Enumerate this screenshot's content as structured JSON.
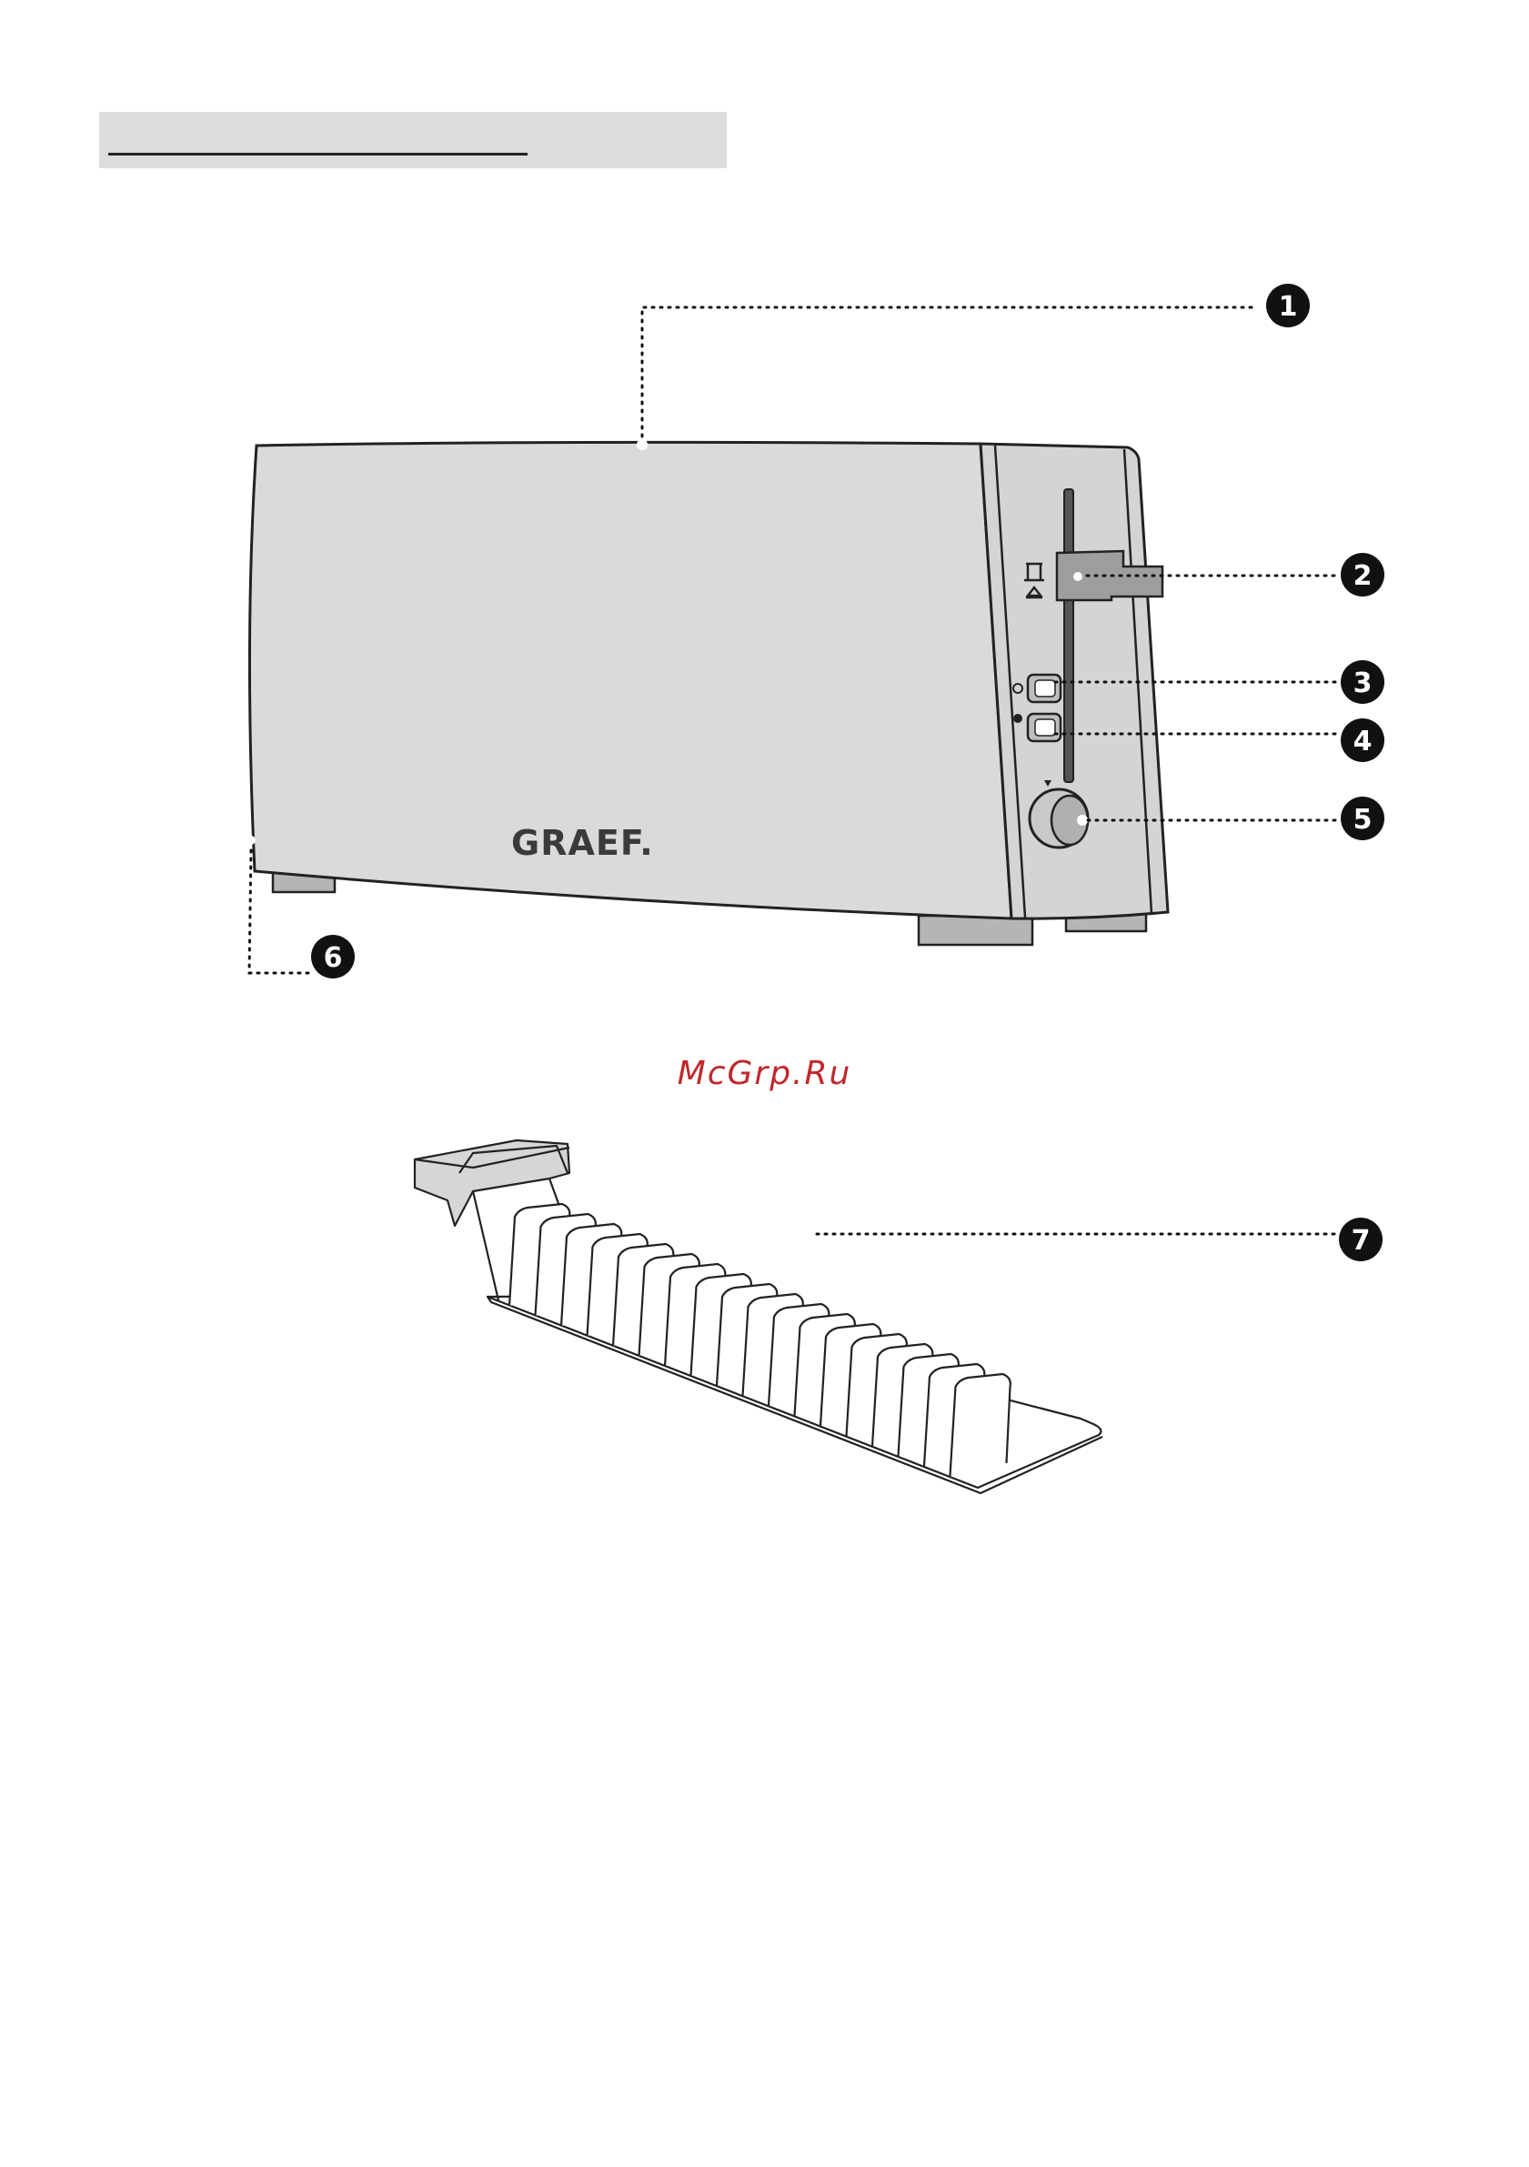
{
  "brand": {
    "logo_text": "GRAEF."
  },
  "watermark": {
    "text": "McGrp.Ru"
  },
  "callouts": [
    {
      "number": "1",
      "part": "housing"
    },
    {
      "number": "2",
      "part": "lift-lever"
    },
    {
      "number": "3",
      "part": "button-top"
    },
    {
      "number": "4",
      "part": "button-bottom"
    },
    {
      "number": "5",
      "part": "browning-dial"
    },
    {
      "number": "6",
      "part": "feet"
    },
    {
      "number": "7",
      "part": "bun-warmer-rack"
    }
  ],
  "icons": {
    "lift_symbol": "toast-lift-icon",
    "dial_marker": "triangle-marker-icon"
  },
  "colors": {
    "housing": "#dadada",
    "outline": "#222222",
    "callout_fill": "#111111",
    "watermark": "#c0282d",
    "header_band": "#dcdcdc"
  }
}
